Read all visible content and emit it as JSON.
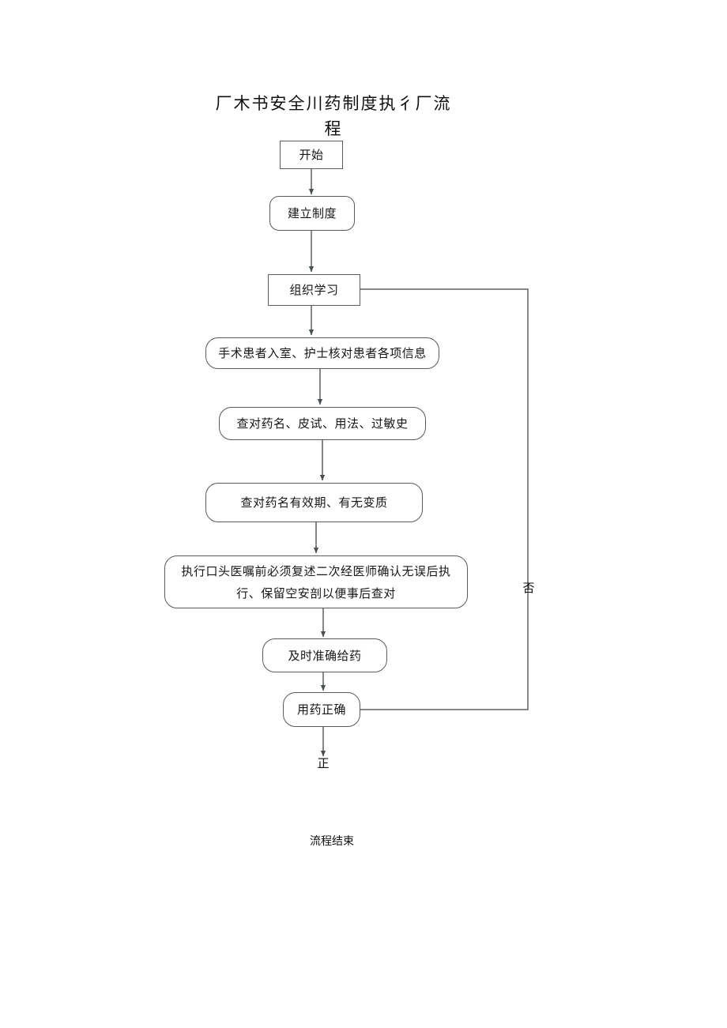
{
  "document": {
    "title_line1": "厂木书安全川药制度执彳厂流",
    "title_line2": "程",
    "end_note": "流程结束"
  },
  "flowchart": {
    "type": "flowchart",
    "orientation": "top-to-bottom",
    "nodes": [
      {
        "id": "start",
        "label": "开始",
        "shape": "rectangle"
      },
      {
        "id": "establish",
        "label": "建立制度",
        "shape": "rounded-rectangle"
      },
      {
        "id": "study",
        "label": "组织学习",
        "shape": "rectangle"
      },
      {
        "id": "patient-in",
        "label": "手术患者入室、护士核对患者各项信息",
        "shape": "rounded-rectangle"
      },
      {
        "id": "check-drug",
        "label": "查对药名、皮试、用法、过敏史",
        "shape": "rounded-rectangle"
      },
      {
        "id": "check-expiry",
        "label": "查对药名有效期、有无变质",
        "shape": "rounded-rectangle"
      },
      {
        "id": "verbal-order",
        "label": "执行口头医嘱前必须复述二次经医师确认无误后执行、保留空安剖以便事后查对",
        "shape": "rounded-rectangle"
      },
      {
        "id": "give-drug",
        "label": "及时准确给药",
        "shape": "rounded-rectangle"
      },
      {
        "id": "correct",
        "label": "用药正确",
        "shape": "rounded-rectangle"
      }
    ],
    "edge_labels": {
      "yes": "正",
      "no": "否"
    }
  }
}
